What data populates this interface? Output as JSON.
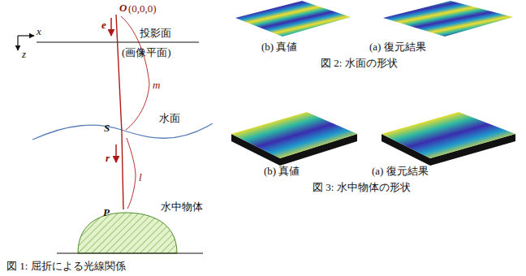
{
  "diagram": {
    "labels": [
      "O",
      "(0,0,0)",
      "e",
      "x",
      "z",
      "投影面",
      "(画像平面)",
      "S",
      "m",
      "水面",
      "r",
      "l",
      "P",
      "水中物体",
      "図 1: 屈折による光線関係",
      "(b) 真値",
      "(a) 復元結果",
      "図 2: 水面の形状",
      "(b) 真値",
      "(a) 復元結果",
      "図 3: 水中物体の形状"
    ]
  }
}
